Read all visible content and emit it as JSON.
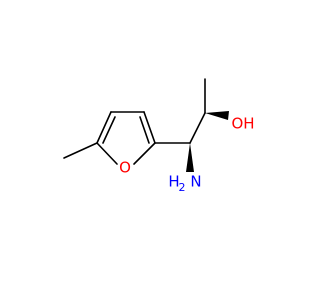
{
  "molecule": {
    "atoms": {
      "oxygen_ring": {
        "label": "O",
        "color": "#ff0000"
      },
      "hydroxyl": {
        "label": "OH",
        "color": "#ff0000"
      },
      "amine_n": {
        "label": "N",
        "color": "#0000ff"
      },
      "amine_h": {
        "label": "H",
        "color": "#0000ff"
      },
      "amine_h2": {
        "label": "2",
        "color": "#0000ff"
      }
    },
    "bond_color": "#000000"
  }
}
